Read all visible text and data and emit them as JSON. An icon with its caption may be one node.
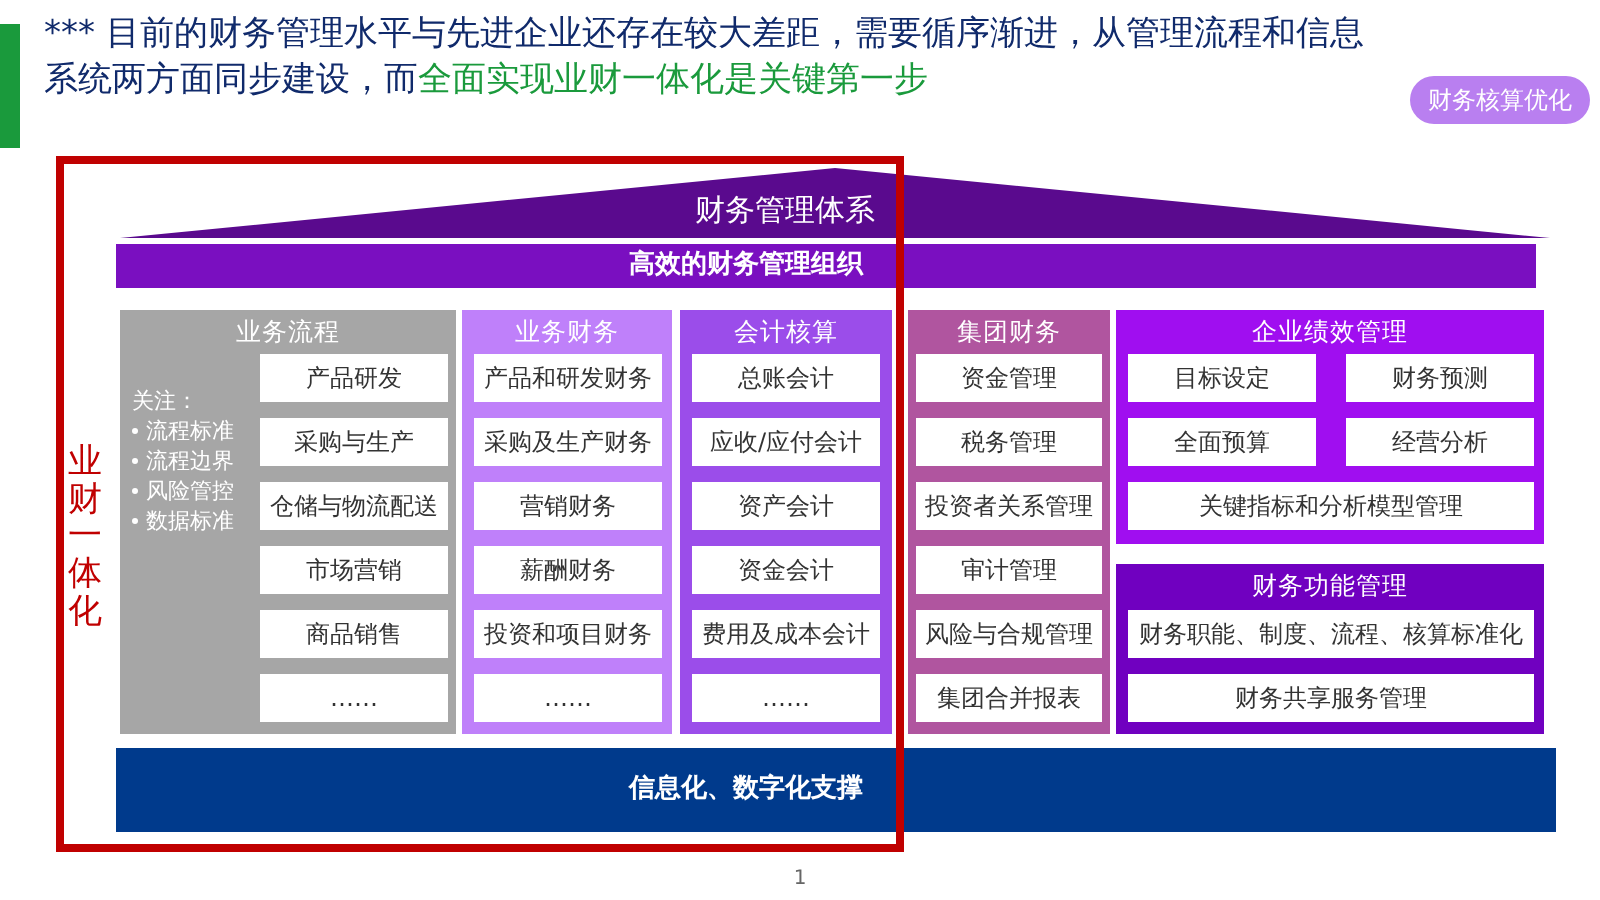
{
  "diagram": {
    "title": "*** 目前的财务管理水平与先进企业还存在较大差距，需要循序渐进，从管理流程和信息系统两方面同步建设，而",
    "nodes": [
      {
        "text": [
          "业财一体化"
        ]
      },
      {
        "text": [
          "财务核算优化"
        ]
      },
      {
        "text": [
          "财务管理体系"
        ]
      },
      {
        "text": [
          "高效的财务管理组织"
        ]
      },
      {
        "text": [
          "业务流程",
          "关注：",
          "流程标准",
          "流程边界",
          "风险管控",
          "数据标准"
        ],
        "in": 0
      },
      {
        "text": [
          "产品研发"
        ],
        "in": 4
      },
      {
        "text": [
          "采购与生产"
        ],
        "in": 4
      },
      {
        "text": [
          "仓储与物流配送"
        ],
        "in": 4
      },
      {
        "text": [
          "市场营销"
        ],
        "in": 4
      },
      {
        "text": [
          "商品销售"
        ],
        "in": 4
      },
      {
        "text": [
          "……"
        ],
        "in": 4
      },
      {
        "text": [
          "业务财务"
        ],
        "in": 0
      },
      {
        "text": [
          "产品和研发财务"
        ],
        "in": 11
      },
      {
        "text": [
          "采购及生产财务"
        ],
        "in": 11
      },
      {
        "text": [
          "营销财务"
        ],
        "in": 11
      },
      {
        "text": [
          "薪酬财务"
        ],
        "in": 11
      },
      {
        "text": [
          "投资和项目财务"
        ],
        "in": 11
      },
      {
        "text": [
          "……"
        ],
        "in": 11
      },
      {
        "text": [
          "会计核算"
        ],
        "in": 0
      },
      {
        "text": [
          "总账会计"
        ],
        "in": 18
      },
      {
        "text": [
          "应收/应付会计"
        ],
        "in": 18
      },
      {
        "text": [
          "资产会计"
        ],
        "in": 18
      },
      {
        "text": [
          "资金会计"
        ],
        "in": 18
      },
      {
        "text": [
          "费用及成本会计"
        ],
        "in": 18
      },
      {
        "text": [
          "……"
        ],
        "in": 18
      },
      {
        "text": [
          "集团财务"
        ]
      },
      {
        "text": [
          "资金管理"
        ],
        "in": 25
      },
      {
        "text": [
          "税务管理"
        ],
        "in": 25
      },
      {
        "text": [
          "投资者关系管理"
        ],
        "in": 25
      },
      {
        "text": [
          "审计管理"
        ],
        "in": 25
      },
      {
        "text": [
          "风险与合规管理"
        ],
        "in": 25
      },
      {
        "text": [
          "集团合并报表"
        ],
        "in": 25
      },
      {
        "text": [
          "企业绩效管理"
        ]
      },
      {
        "text": [
          "目标设定"
        ],
        "in": 32
      },
      {
        "text": [
          "财务预测"
        ],
        "in": 32
      },
      {
        "text": [
          "全面预算"
        ],
        "in": 32
      },
      {
        "text": [
          "经营分析"
        ],
        "in": 32
      },
      {
        "text": [
          "关键指标和分析模型管理"
        ],
        "in": 32
      },
      {
        "text": [
          "财务功能管理"
        ]
      },
      {
        "text": [
          "财务职能、制度、流程、核算标准化"
        ],
        "in": 38
      },
      {
        "text": [
          "财务共享服务管理"
        ],
        "in": 38
      },
      {
        "text": [
          "信息化、数字化支撑"
        ]
      }
    ],
    "labels": [
      "全面实现业财一体化是关键第一步",
      "1"
    ]
  }
}
